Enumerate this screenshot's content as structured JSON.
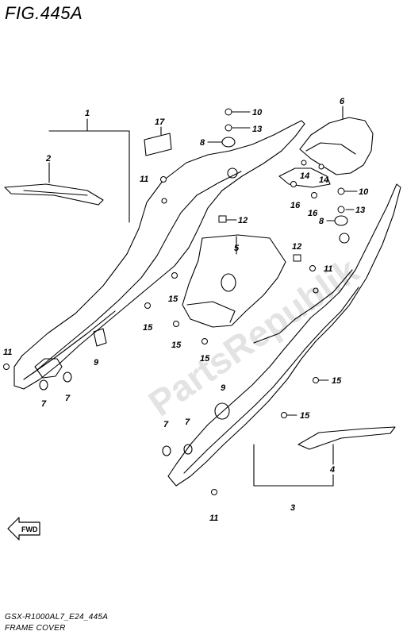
{
  "figure": {
    "title": "FIG.445A",
    "model_code": "GSX-R1000AL7_E24_445A",
    "section_name": "FRAME COVER",
    "watermark": "PartsRepublik",
    "fwd_label": "FWD"
  },
  "callouts": [
    {
      "id": "c1",
      "text": "1"
    },
    {
      "id": "c2",
      "text": "2"
    },
    {
      "id": "c17",
      "text": "17"
    },
    {
      "id": "c10a",
      "text": "10"
    },
    {
      "id": "c13a",
      "text": "13"
    },
    {
      "id": "c8a",
      "text": "8"
    },
    {
      "id": "c6",
      "text": "6"
    },
    {
      "id": "c11a",
      "text": "11"
    },
    {
      "id": "c14a",
      "text": "14"
    },
    {
      "id": "c14b",
      "text": "14"
    },
    {
      "id": "c10b",
      "text": "10"
    },
    {
      "id": "c16a",
      "text": "16"
    },
    {
      "id": "c16b",
      "text": "16"
    },
    {
      "id": "c13b",
      "text": "13"
    },
    {
      "id": "c8b",
      "text": "8"
    },
    {
      "id": "c12a",
      "text": "12"
    },
    {
      "id": "c5",
      "text": "5"
    },
    {
      "id": "c12b",
      "text": "12"
    },
    {
      "id": "c11b",
      "text": "11"
    },
    {
      "id": "c15a",
      "text": "15"
    },
    {
      "id": "c15b",
      "text": "15"
    },
    {
      "id": "c15c",
      "text": "15"
    },
    {
      "id": "c15d",
      "text": "15"
    },
    {
      "id": "c15e",
      "text": "15"
    },
    {
      "id": "c15f",
      "text": "15"
    },
    {
      "id": "c9a",
      "text": "9"
    },
    {
      "id": "c9b",
      "text": "9"
    },
    {
      "id": "c11c",
      "text": "11"
    },
    {
      "id": "c7a",
      "text": "7"
    },
    {
      "id": "c7b",
      "text": "7"
    },
    {
      "id": "c7c",
      "text": "7"
    },
    {
      "id": "c7d",
      "text": "7"
    },
    {
      "id": "c4",
      "text": "4"
    },
    {
      "id": "c3",
      "text": "3"
    },
    {
      "id": "c11d",
      "text": "11"
    }
  ]
}
